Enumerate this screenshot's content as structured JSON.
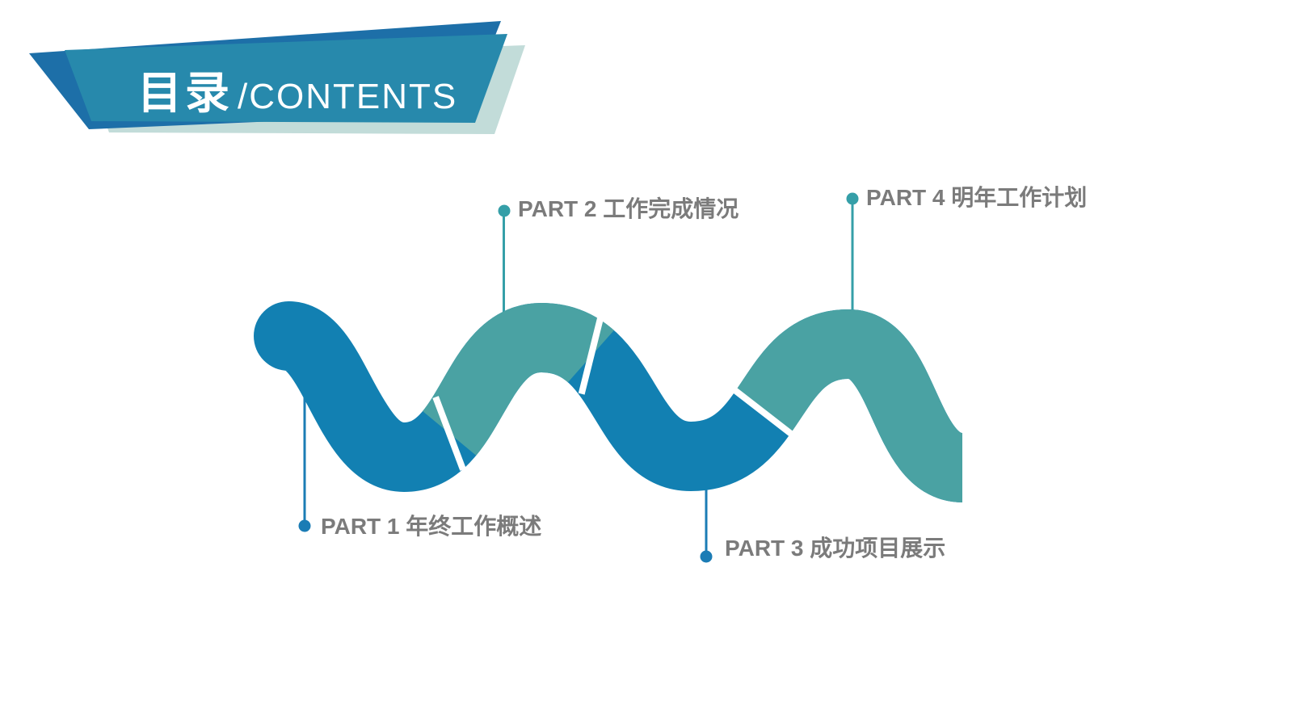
{
  "slide": {
    "title_zh": "目录",
    "title_en": "/CONTENTS"
  },
  "parts": [
    {
      "id": "part-1",
      "label": "PART 1 年终工作概述",
      "marker_color": "blue",
      "label_position": "below-wave"
    },
    {
      "id": "part-2",
      "label": "PART 2 工作完成情况",
      "marker_color": "teal",
      "label_position": "above-wave"
    },
    {
      "id": "part-3",
      "label": "PART 3 成功项目展示",
      "marker_color": "blue",
      "label_position": "below-wave"
    },
    {
      "id": "part-4",
      "label": "PART 4 明年工作计划",
      "marker_color": "teal",
      "label_position": "above-wave"
    }
  ],
  "colors": {
    "wave_blue": "#1280b2",
    "wave_teal": "#4aa2a3",
    "connector_blue": "#1b7cb5",
    "connector_teal": "#359fa8",
    "banner_front": "#2789ac",
    "banner_back": "#1d6fa8",
    "banner_shadow": "#c2dcd9",
    "label_gray": "#7b7b7b",
    "title_white": "#ffffff",
    "gap_white": "#ffffff",
    "background": "#ffffff"
  }
}
